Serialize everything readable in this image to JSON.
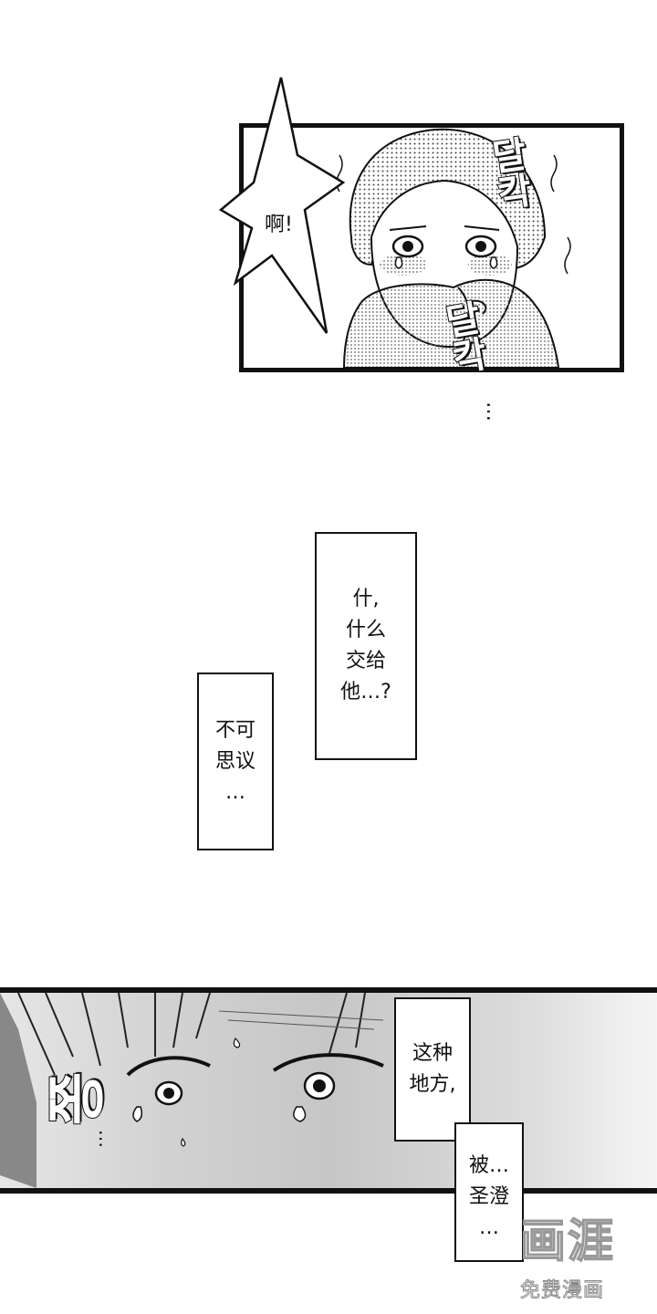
{
  "panel1": {
    "shout": "啊!",
    "sfx_top": "달칵",
    "sfx_bottom": "달칵",
    "ellipsis": "…"
  },
  "captions": {
    "box1_lines": [
      "什,",
      "什么",
      "交给",
      "他…?"
    ],
    "box2_lines": [
      "不可",
      "思议",
      "…"
    ]
  },
  "panel2": {
    "sfx": "쫑",
    "sfx_trail": "…",
    "box_upper_lines": [
      "这种",
      "地方,"
    ],
    "box_lower_lines": [
      "被…",
      "圣澄",
      "…"
    ]
  },
  "watermark": {
    "logo_text": "画涯",
    "caption": "免费漫画"
  }
}
